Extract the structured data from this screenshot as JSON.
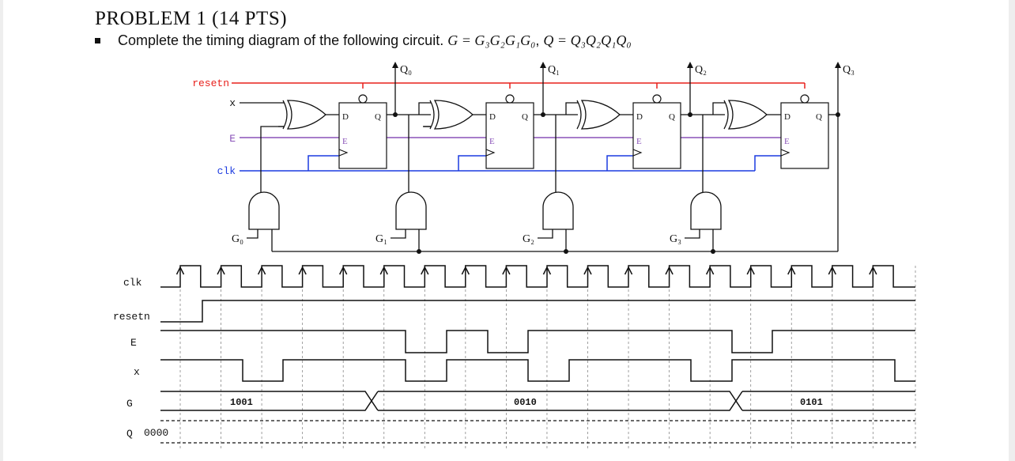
{
  "title": "PROBLEM 1 (14 PTS)",
  "instruction": {
    "text": "Complete the timing diagram of the following circuit.",
    "formula_g": "G = G₃G₂G₁G₀",
    "formula_q": "Q = Q₃Q₂Q₁Q₀"
  },
  "circuit": {
    "inputs": {
      "resetn": "resetn",
      "x": "x",
      "E": "E",
      "clk": "clk"
    },
    "flipflop_pins": {
      "d": "D",
      "q": "Q",
      "e": "E"
    },
    "outputs": [
      "Q₀",
      "Q₁",
      "Q₂",
      "Q₃"
    ],
    "gates": [
      "G₀",
      "G₁",
      "G₂",
      "G₃"
    ],
    "colors": {
      "resetn": "#e8201c",
      "E": "#8a52b8",
      "clk": "#1c3be0",
      "wire": "#111111"
    }
  },
  "timing": {
    "signals": [
      "clk",
      "resetn",
      "E",
      "x",
      "G",
      "Q"
    ],
    "G_values": [
      "1001",
      "0010",
      "0101"
    ],
    "Q_initial": "0000"
  }
}
